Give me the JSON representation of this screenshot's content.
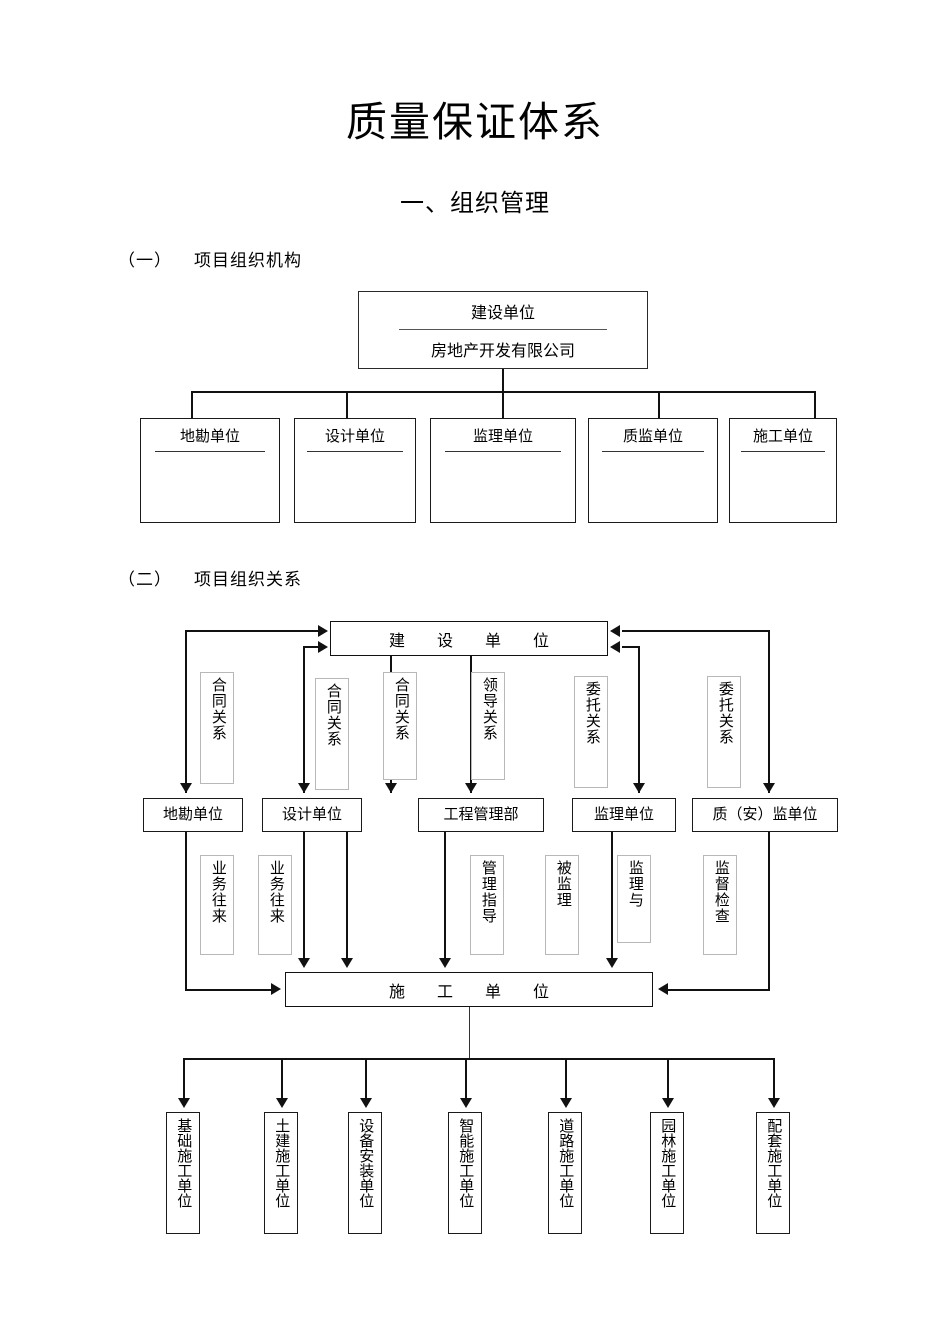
{
  "document": {
    "title": "质量保证体系",
    "subtitle": "一、组织管理"
  },
  "sections": [
    {
      "number": "（一）",
      "label": "项目组织机构"
    },
    {
      "number": "（二）",
      "label": "项目组织关系"
    }
  ],
  "org_chart": {
    "root": {
      "line1": "建设单位",
      "line2": "房地产开发有限公司"
    },
    "children": [
      {
        "label": "地勘单位"
      },
      {
        "label": "设计单位"
      },
      {
        "label": "监理单位"
      },
      {
        "label": "质监单位"
      },
      {
        "label": "施工单位"
      }
    ]
  },
  "relation_chart": {
    "top_node": "建 设 单 位",
    "mid_node": "施 工 单 位",
    "relation_labels": [
      {
        "text": "合同关系"
      },
      {
        "text": "合同关系"
      },
      {
        "text": "合同关系"
      },
      {
        "text": "领导关系"
      },
      {
        "text": "委托关系"
      },
      {
        "text": "委托关系"
      }
    ],
    "second_level": [
      {
        "label": "地勘单位"
      },
      {
        "label": "设计单位"
      },
      {
        "label": "工程管理部"
      },
      {
        "label": "监理单位"
      },
      {
        "label": "质（安）监单位"
      }
    ],
    "lower_relation_labels": [
      {
        "text": "业务往来"
      },
      {
        "text": "业务往来"
      },
      {
        "text": "管理指导"
      },
      {
        "text": "被监理"
      },
      {
        "text": "监理与"
      },
      {
        "text": "监督检查"
      }
    ],
    "contractors": [
      {
        "label": "基础施工单位"
      },
      {
        "label": "土建施工单位"
      },
      {
        "label": "设备安装单位"
      },
      {
        "label": "智能施工单位"
      },
      {
        "label": "道路施工单位"
      },
      {
        "label": "园林施工单位"
      },
      {
        "label": "配套施工单位"
      }
    ]
  },
  "colors": {
    "ink": "#111111",
    "rule": "#555555",
    "faint_border": "#b8b8b8",
    "page_background": "#ffffff"
  }
}
